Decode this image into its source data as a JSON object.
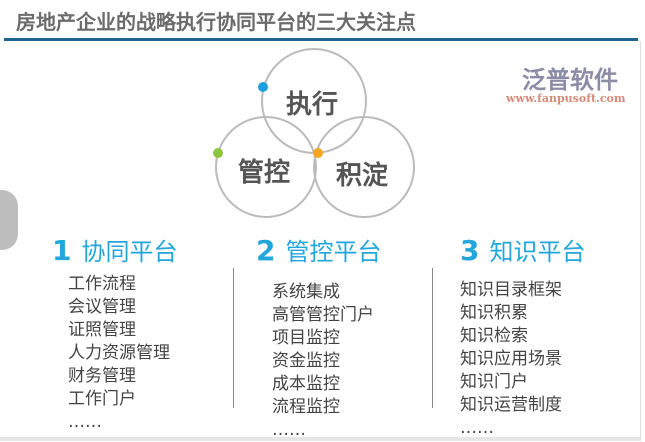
{
  "title": "房地产企业的战略执行协同平台的三大关注点",
  "circles": {
    "top": "执行",
    "left": "管控",
    "right": "积淀"
  },
  "columns": [
    {
      "num": "1",
      "label": "协同平台",
      "items": [
        "工作流程",
        "会议管理",
        "证照管理",
        "人力资源管理",
        "财务管理",
        "工作门户",
        "……"
      ]
    },
    {
      "num": "2",
      "label": "管控平台",
      "items": [
        "系统集成",
        "高管管控门户",
        "项目监控",
        "资金监控",
        "成本监控",
        "流程监控",
        "……"
      ]
    },
    {
      "num": "3",
      "label": "知识平台",
      "items": [
        "知识目录框架",
        "知识积累",
        "知识检索",
        "知识应用场景",
        "知识门户",
        "知识运营制度",
        "……"
      ]
    }
  ],
  "watermark": {
    "name": "泛普软件",
    "url": "www.fanpusoft.com"
  },
  "colors": {
    "accent": "#22a6dc",
    "rule": "#1f6391"
  }
}
